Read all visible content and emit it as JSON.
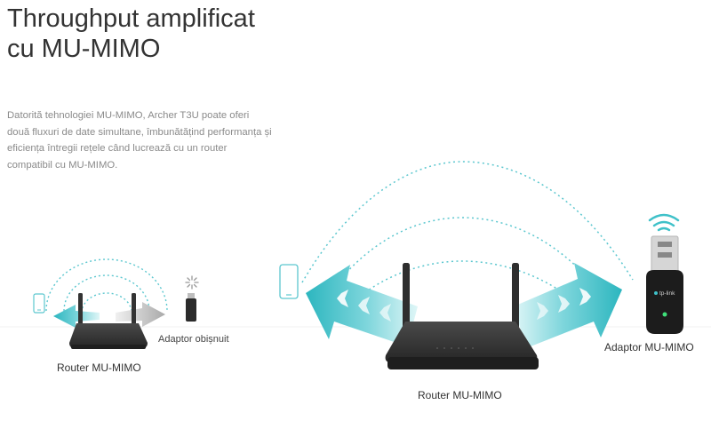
{
  "heading": {
    "title": "Throughput amplificat cu MU-MIMO",
    "description": "Datorită tehnologiei MU-MIMO, Archer T3U poate oferi două fluxuri de date simultane, îmbunătățind performanța și eficiența întregii rețele când lucrează cu un router compatibil cu MU-MIMO."
  },
  "left_scene": {
    "router_label": "Router MU-MIMO",
    "adapter_label": "Adaptor obișnuit"
  },
  "right_scene": {
    "router_label": "Router MU-MIMO",
    "adapter_label": "Adaptor MU-MIMO",
    "adapter_brand": "tp-link"
  },
  "colors": {
    "teal": "#3fc1c9",
    "gray_arrow": "#b9b9b9",
    "device": "#2f2f2f",
    "dashed_arc": "#5cc7cf"
  }
}
